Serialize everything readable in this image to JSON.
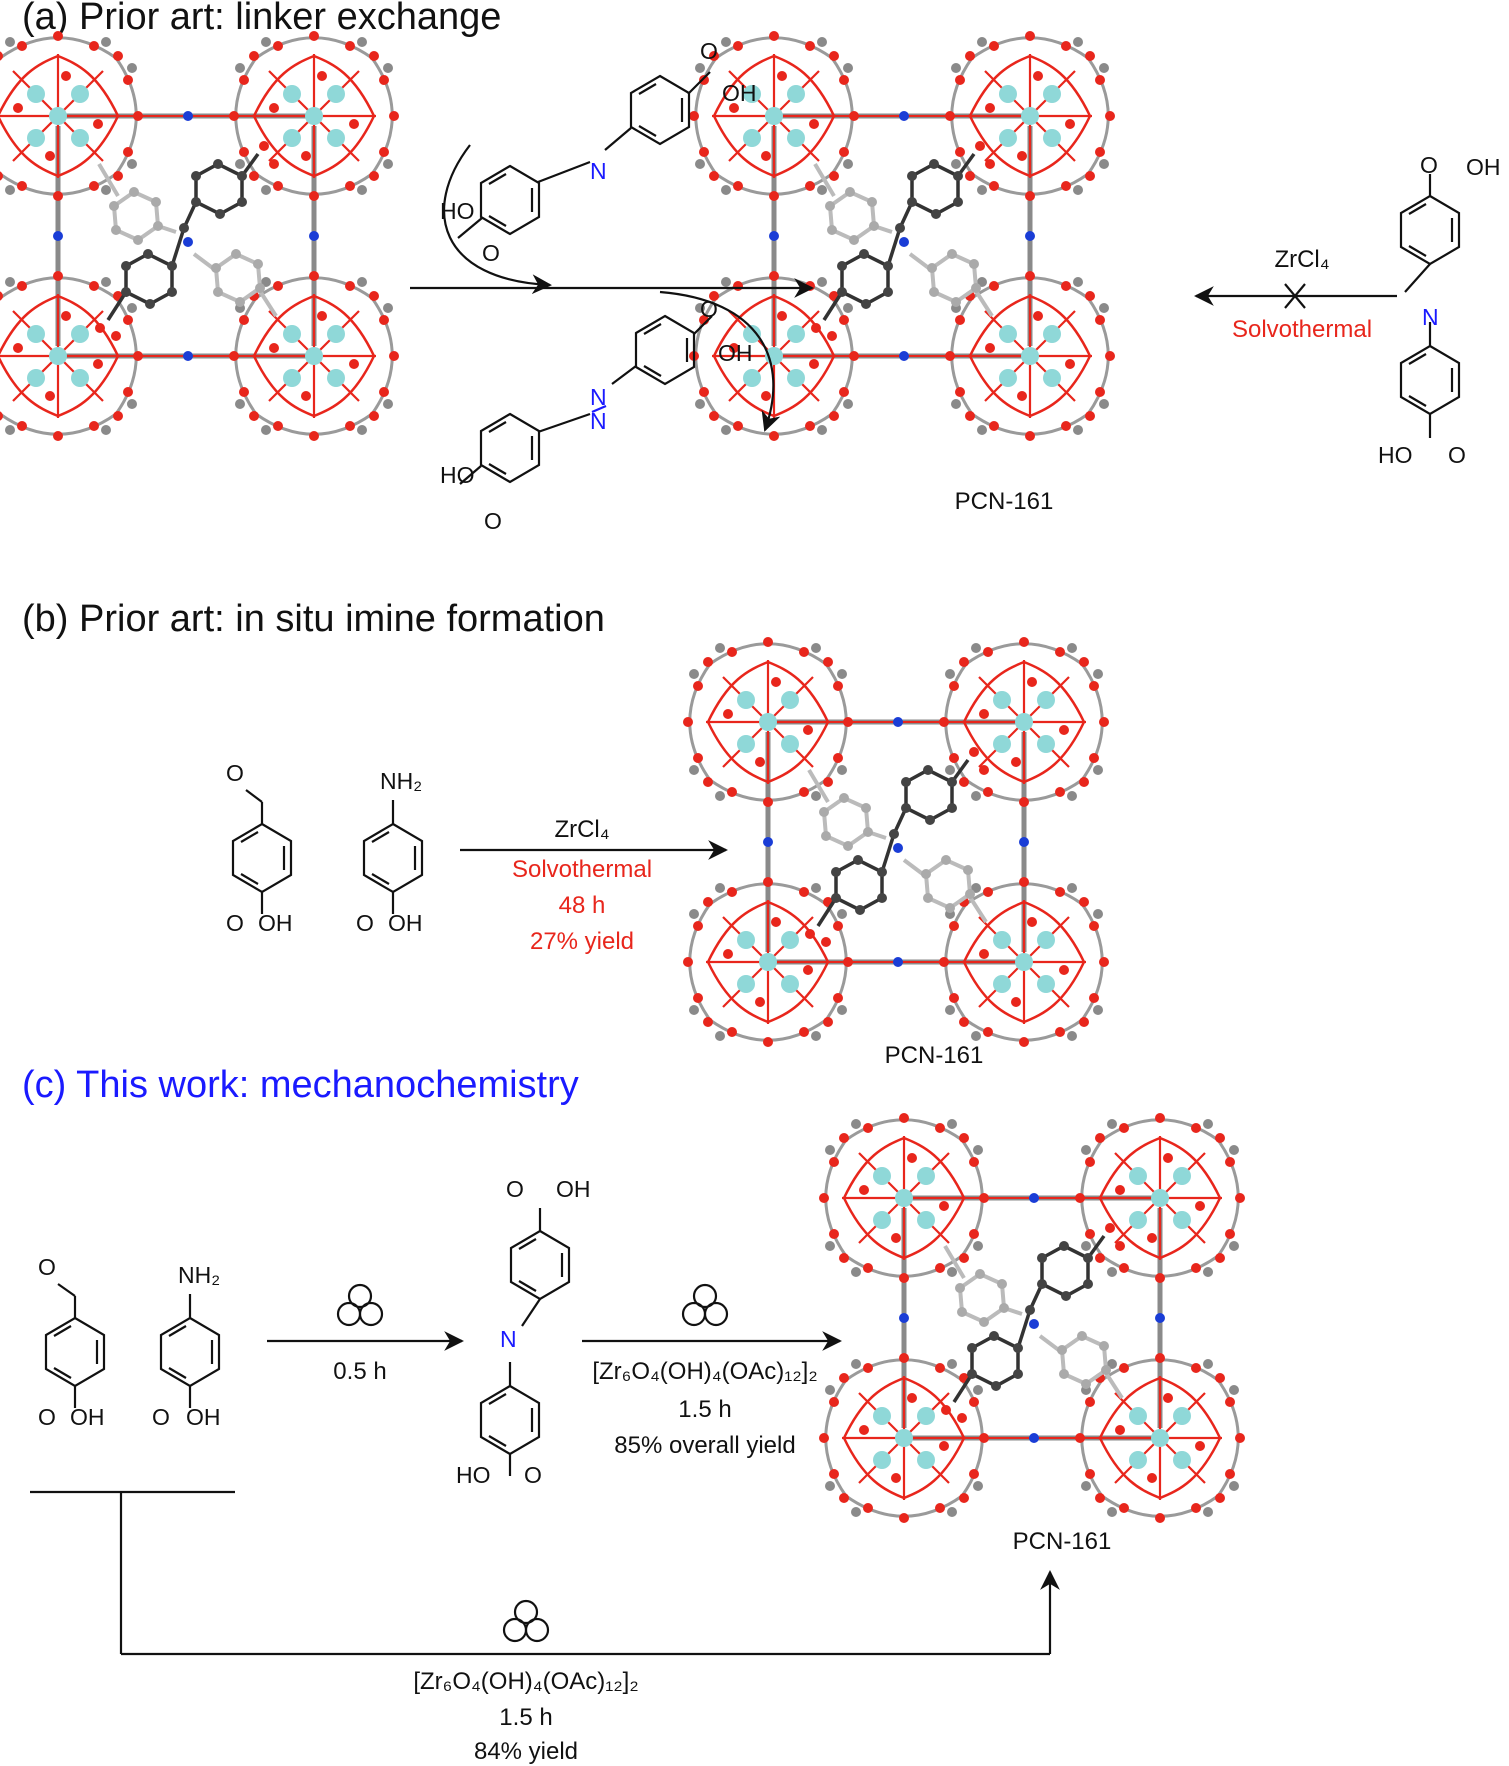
{
  "sections": {
    "a": {
      "title": "(a) Prior art: linker exchange",
      "reagent": "ZrCl₄",
      "condition": "Solvothermal",
      "product": "PCN-161"
    },
    "b": {
      "title": "(b) Prior art: in situ imine formation",
      "reagent": "ZrCl₄",
      "condition": "Solvothermal",
      "time": "48 h",
      "yield": "27% yield",
      "product": "PCN-161"
    },
    "c": {
      "title": "(c) This work: mechanochemistry",
      "step1_time": "0.5 h",
      "step2_reagent": "[Zr₆O₄(OH)₄(OAc)₁₂]₂",
      "step2_time": "1.5 h",
      "step2_yield": "85% overall yield",
      "direct_reagent": "[Zr₆O₄(OH)₄(OAc)₁₂]₂",
      "direct_time": "1.5 h",
      "direct_yield": "84% yield",
      "product": "PCN-161"
    }
  },
  "atoms": {
    "oh": "OH",
    "ho": "HO",
    "o": "O",
    "n": "N",
    "nh2": "NH₂"
  },
  "colors": {
    "zr": "#8fd8d8",
    "oxygen": "#e8261c",
    "carbon": "#8a8a8a",
    "nitrogen": "#1a3dd6",
    "highlight_blue": "#1a1aff",
    "highlight_red": "#e8261c"
  }
}
